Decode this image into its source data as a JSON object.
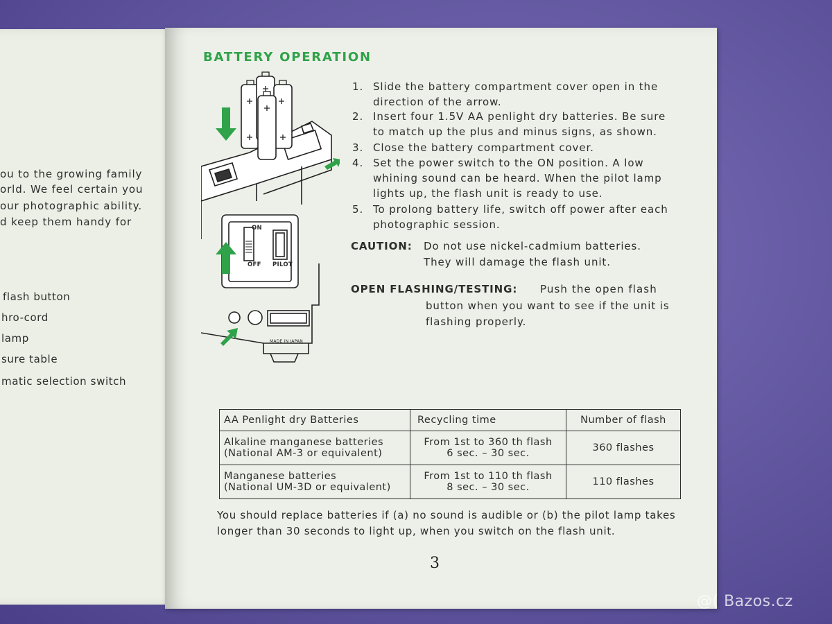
{
  "left_page": {
    "lines": [
      "ou to the growing family",
      "orld.  We feel certain you",
      "our photographic ability.",
      "d keep them handy for"
    ],
    "list": [
      "flash button",
      "hro-cord",
      "lamp",
      "sure table",
      "matic selection switch"
    ]
  },
  "title": "BATTERY  OPERATION",
  "steps": [
    {
      "num": "1.",
      "lines": [
        "Slide the battery compartment cover open in the",
        "direction of the arrow."
      ]
    },
    {
      "num": "2.",
      "lines": [
        "Insert four 1.5V AA penlight dry batteries.  Be sure",
        "to match up the plus and minus signs, as shown."
      ]
    },
    {
      "num": "3.",
      "lines": [
        "Close the battery compartment cover."
      ]
    },
    {
      "num": "4.",
      "lines": [
        "Set the power switch to the ON position.  A low",
        "whining sound can be heard.  When the pilot lamp",
        "lights up, the flash unit is ready to use."
      ]
    },
    {
      "num": "5.",
      "lines": [
        "To prolong battery life, switch off power after each",
        "photographic session."
      ]
    }
  ],
  "caution": {
    "label": "CAUTION:",
    "lines": [
      "Do not use nickel-cadmium batteries.",
      "They will damage the flash unit."
    ]
  },
  "open_flash": {
    "label": "OPEN FLASHING/TESTING:",
    "lines": [
      "Push  the  open  flash",
      "button when you want to see if the unit is",
      "flashing properly."
    ]
  },
  "illustration": {
    "switch_on": "ON",
    "switch_off": "OFF",
    "pilot": "PILOT",
    "made_in": "MADE IN JAPAN"
  },
  "table": {
    "headers": [
      "AA Penlight dry Batteries",
      "Recycling time",
      "Number of flash"
    ],
    "rows": [
      [
        "Alkaline manganese batteries",
        "(National AM-3 or equivalent)",
        "From 1st to 360 th flash",
        "6 sec. – 30 sec.",
        "360 flashes"
      ],
      [
        "Manganese batteries",
        "(National UM-3D or equivalent)",
        "From 1st to 110 th flash",
        "8 sec. – 30 sec.",
        "110 flashes"
      ]
    ]
  },
  "note": [
    "You should replace batteries if (a) no sound is audible or (b) the pilot lamp takes",
    "longer than 30 seconds to light up, when you switch on the flash unit."
  ],
  "page_number": "3",
  "watermark": "@( Bazos.cz",
  "colors": {
    "accent_green": "#2fa24a",
    "text": "#2b2f2c",
    "background": "#6a5ea8"
  }
}
